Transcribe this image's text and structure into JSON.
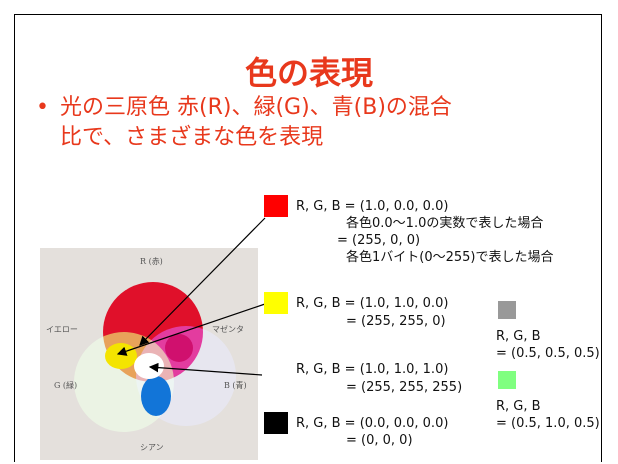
{
  "title": "色の表現",
  "bullet": {
    "symbol": "•",
    "line1": "光の三原色 赤(R)、緑(G)、青(B)の混合",
    "line2": "比で、さまざまな色を表現"
  },
  "examples": [
    {
      "id": "red",
      "color": "#ff0000",
      "line1": "R, G, B = (1.0, 0.0, 0.0)",
      "line2": "各色0.0～1.0の実数で表した場合",
      "line3": "= (255, 0, 0)",
      "line4": "各色1バイト(0～255)で表した場合"
    },
    {
      "id": "yellow",
      "color": "#ffff00",
      "line1": "R, G, B = (1.0, 1.0, 0.0)",
      "line2": "= (255, 255, 0)"
    },
    {
      "id": "white",
      "color": "#ffffff",
      "line1": "R, G, B = (1.0, 1.0, 1.0)",
      "line2": "= (255, 255, 255)"
    },
    {
      "id": "black",
      "color": "#000000",
      "line1": "R, G, B = (0.0, 0.0, 0.0)",
      "line2": "= (0, 0, 0)"
    },
    {
      "id": "gray",
      "color": "#999999",
      "line1": "R, G, B",
      "line2": "= (0.5, 0.5, 0.5)"
    },
    {
      "id": "light-green",
      "color": "#80ff80",
      "line1": "R, G, B",
      "line2": "= (0.5, 1.0, 0.5)"
    }
  ],
  "photo_labels": {
    "red": "R (赤)",
    "yellow": "イエロー",
    "magenta": "マゼンタ",
    "green": "G (緑)",
    "blue": "B (青)",
    "cyan": "シアン"
  }
}
